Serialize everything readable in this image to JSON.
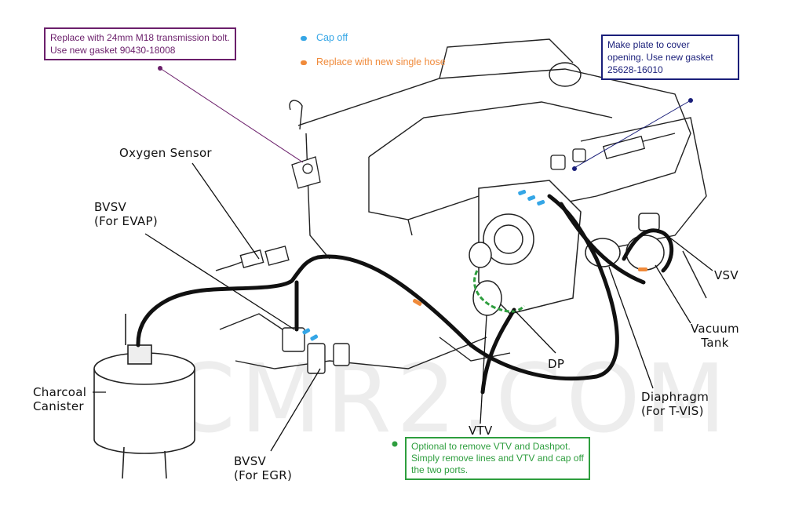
{
  "watermark": "BCMR2.COM",
  "colors": {
    "purple": "#6b1f6b",
    "navy": "#1a1f7a",
    "green": "#2e9e3e",
    "cyan": "#35a6e6",
    "orange": "#f08a3a",
    "hose": "#111111"
  },
  "legend": {
    "cap_off": "Cap off",
    "replace_hose": "Replace with new single hose",
    "cap_off_color": "#35a6e6",
    "replace_hose_color": "#f08a3a"
  },
  "notes": {
    "bolt": {
      "line1": "Replace with 24mm M18 transmission bolt.",
      "line2": "Use new gasket 90430-18008",
      "color": "#6b1f6b"
    },
    "plate": {
      "line1": "Make plate to cover",
      "line2": "opening. Use new gasket",
      "line3": "25628-16010",
      "color": "#1a1f7a"
    },
    "optional": {
      "line1": "Optional to remove VTV and Dashpot.",
      "line2": "Simply remove lines and VTV and cap off",
      "line3": "the two ports.",
      "color": "#2e9e3e"
    }
  },
  "labels": {
    "oxygen_sensor": "Oxygen Sensor",
    "bvsv_evap_1": "BVSV",
    "bvsv_evap_2": "(For EVAP)",
    "charcoal_1": "Charcoal",
    "charcoal_2": "Canister",
    "bvsv_egr_1": "BVSV",
    "bvsv_egr_2": "(For EGR)",
    "vtv": "VTV",
    "dp": "DP",
    "diaphragm_1": "Diaphragm",
    "diaphragm_2": "(For T-VIS)",
    "vacuum_1": "Vacuum",
    "vacuum_2": "Tank",
    "vsv": "VSV"
  }
}
